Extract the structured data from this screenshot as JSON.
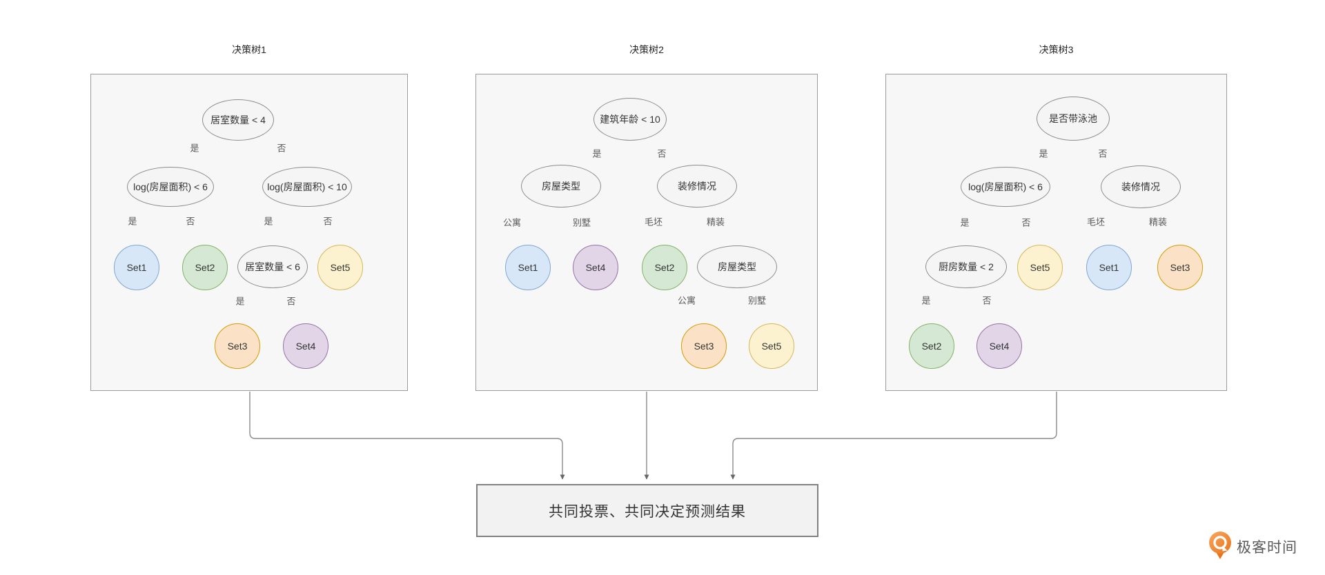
{
  "diagram": {
    "type": "random-forest-decision-trees",
    "result_box_label": "共同投票、共同决定预测结果"
  },
  "palette": {
    "blue": {
      "fill": "#d8e7f8",
      "stroke": "#7ea6d4"
    },
    "green": {
      "fill": "#d5e8d4",
      "stroke": "#82b366"
    },
    "orange": {
      "fill": "#fbe2c7",
      "stroke": "#d79b00"
    },
    "purple": {
      "fill": "#e1d5e7",
      "stroke": "#9673a6"
    },
    "yellow": {
      "fill": "#fdf2cf",
      "stroke": "#d6b656"
    }
  },
  "trees": [
    {
      "title": "决策树1",
      "decisions": [
        {
          "label": "居室数量 < 4"
        },
        {
          "label": "log(房屋面积) < 6"
        },
        {
          "label": "log(房屋面积) < 10"
        },
        {
          "label": "居室数量 < 6"
        }
      ],
      "branch_labels": [
        "是",
        "否",
        "是",
        "否",
        "是",
        "否",
        "是",
        "否"
      ],
      "leaves": [
        {
          "label": "Set1",
          "color": "blue"
        },
        {
          "label": "Set2",
          "color": "green"
        },
        {
          "label": "Set5",
          "color": "yellow"
        },
        {
          "label": "Set3",
          "color": "orange"
        },
        {
          "label": "Set4",
          "color": "purple"
        }
      ]
    },
    {
      "title": "决策树2",
      "decisions": [
        {
          "label": "建筑年龄 < 10"
        },
        {
          "label": "房屋类型"
        },
        {
          "label": "装修情况"
        },
        {
          "label": "房屋类型"
        }
      ],
      "branch_labels": [
        "是",
        "否",
        "公寓",
        "别墅",
        "毛坯",
        "精装",
        "公寓",
        "别墅"
      ],
      "leaves": [
        {
          "label": "Set1",
          "color": "blue"
        },
        {
          "label": "Set4",
          "color": "purple"
        },
        {
          "label": "Set2",
          "color": "green"
        },
        {
          "label": "Set3",
          "color": "orange"
        },
        {
          "label": "Set5",
          "color": "yellow"
        }
      ]
    },
    {
      "title": "决策树3",
      "decisions": [
        {
          "label": "是否带泳池"
        },
        {
          "label": "log(房屋面积) < 6"
        },
        {
          "label": "装修情况"
        },
        {
          "label": "厨房数量 < 2"
        }
      ],
      "branch_labels": [
        "是",
        "否",
        "是",
        "否",
        "毛坯",
        "精装",
        "是",
        "否"
      ],
      "leaves": [
        {
          "label": "Set5",
          "color": "yellow"
        },
        {
          "label": "Set1",
          "color": "blue"
        },
        {
          "label": "Set3",
          "color": "orange"
        },
        {
          "label": "Set2",
          "color": "green"
        },
        {
          "label": "Set4",
          "color": "purple"
        }
      ]
    }
  ],
  "logo": {
    "text": "极客时间",
    "icon": "geektime-pin-icon",
    "accent_color": "#ee7c21"
  }
}
